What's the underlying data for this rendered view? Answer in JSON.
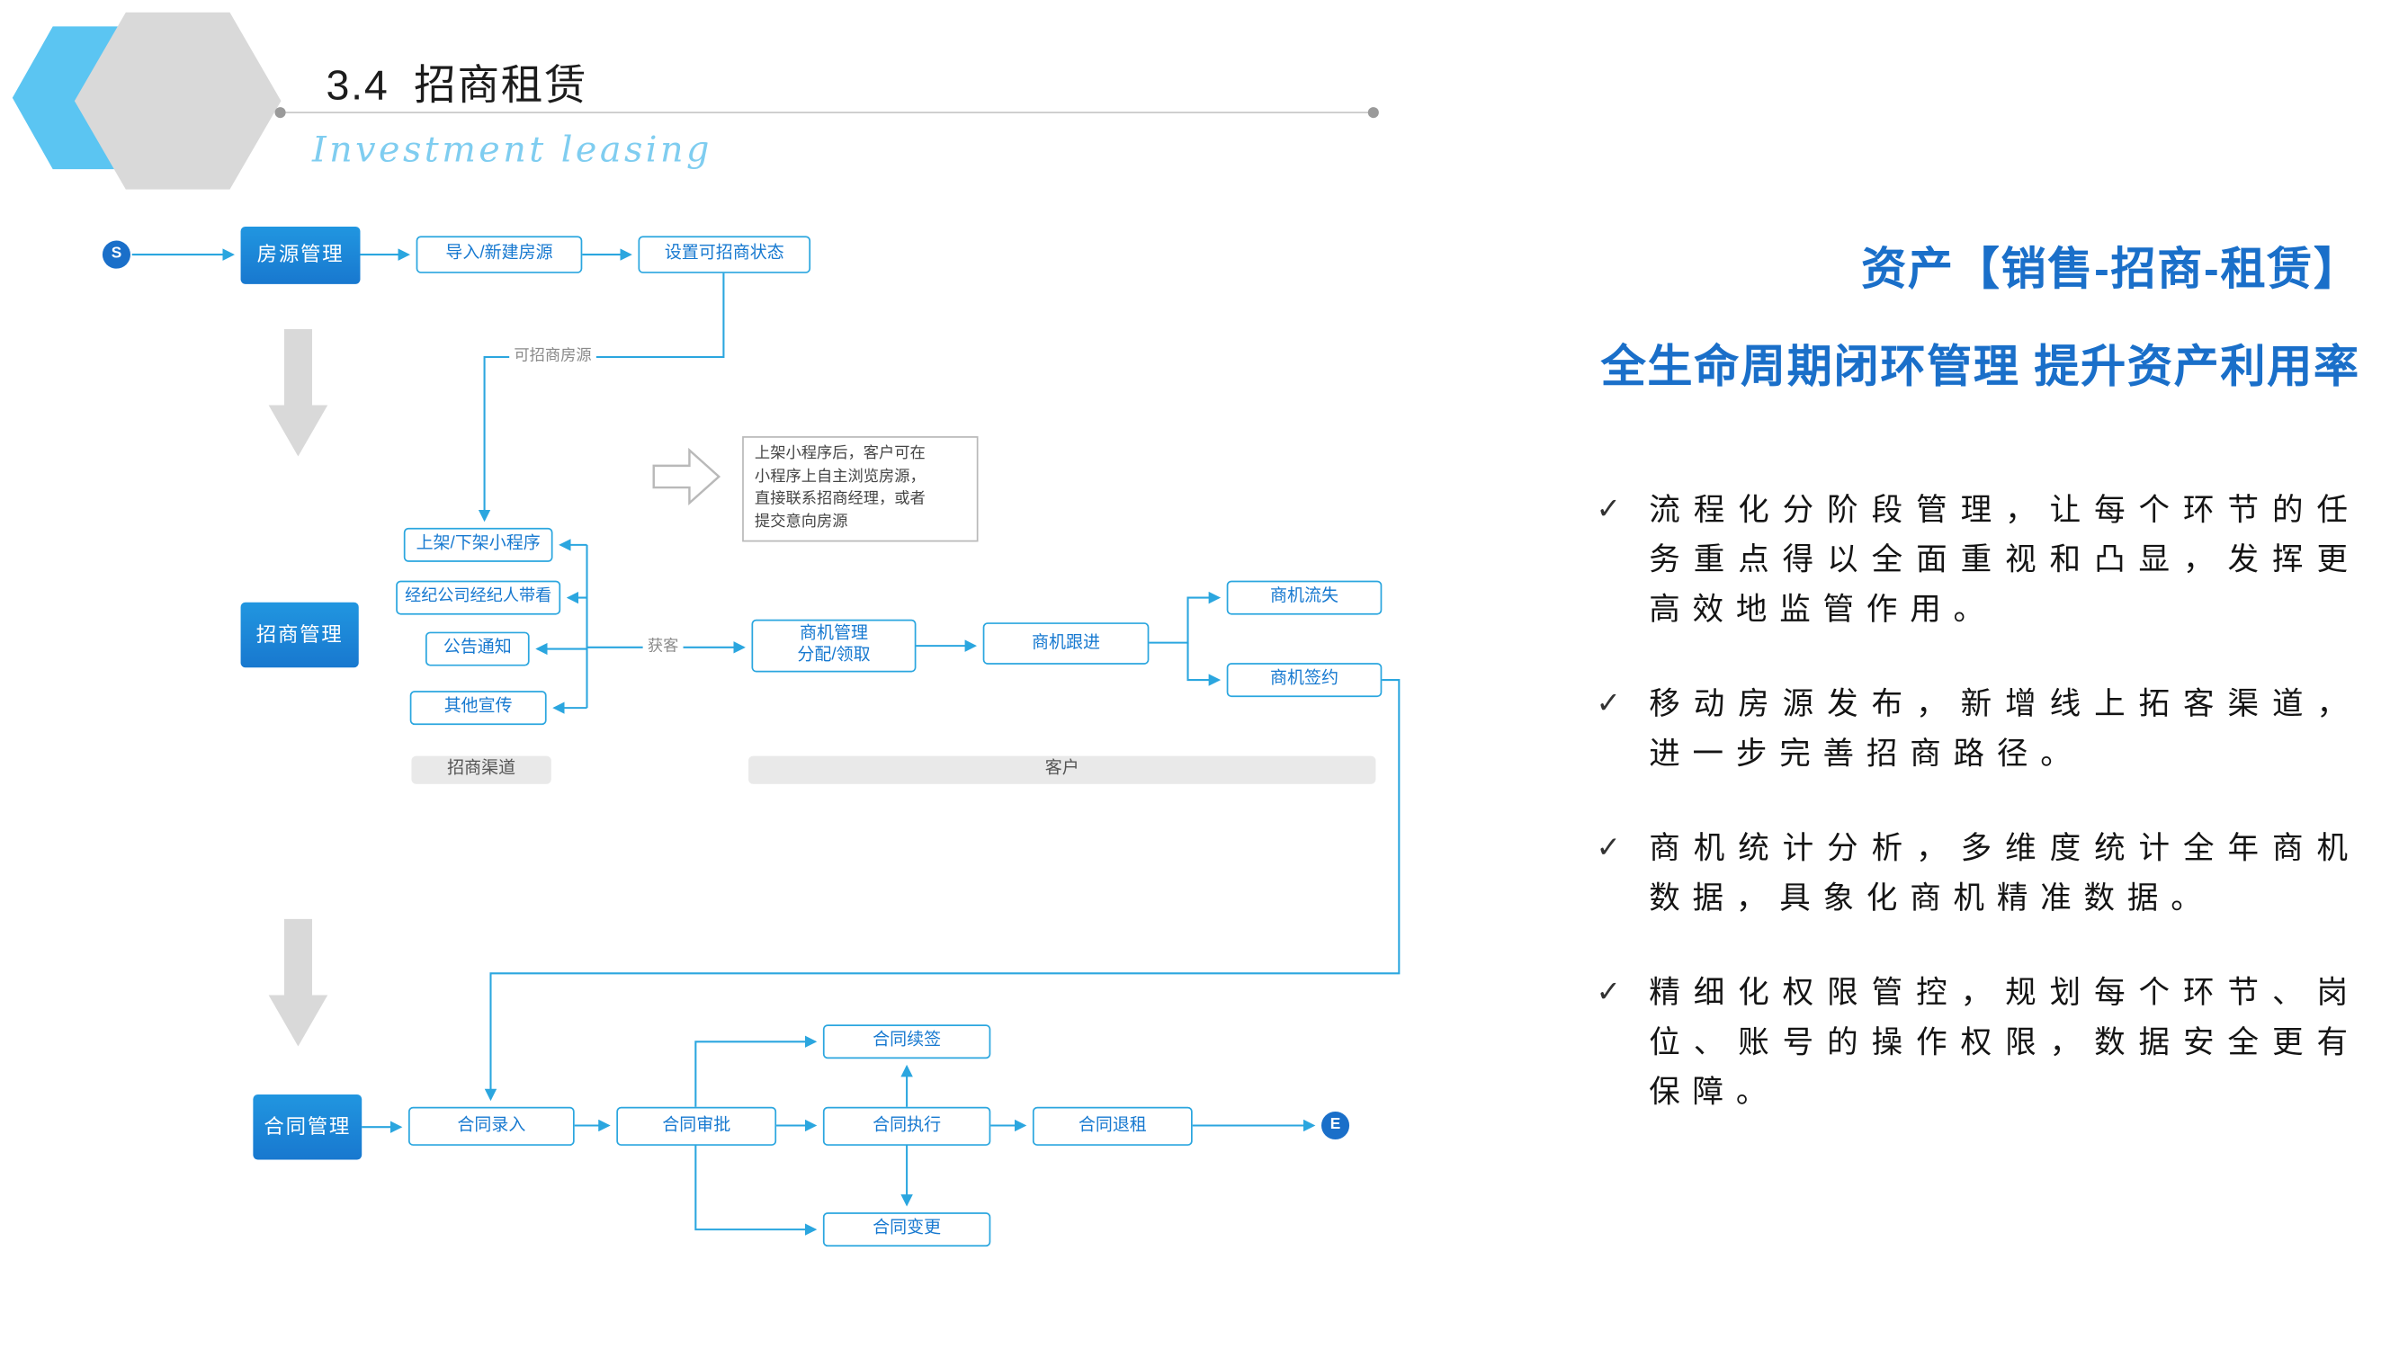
{
  "header": {
    "number": "3.4",
    "title": "招商租赁",
    "subtitle": "Investment leasing"
  },
  "flow": {
    "start": "S",
    "end": "E",
    "property_mgmt": "房源管理",
    "import_create": "导入/新建房源",
    "set_status": "设置可招商状态",
    "leasable_label": "可招商房源",
    "note": "上架小程序后，客户可在\n小程序上自主浏览房源，\n直接联系招商经理，或者\n提交意向房源",
    "invest_mgmt": "招商管理",
    "mini_program": "上架/下架小程序",
    "broker_visit": "经纪公司经纪人带看",
    "announcement": "公告通知",
    "other_promo": "其他宣传",
    "channel_bar": "招商渠道",
    "acquire_label": "获客",
    "opp_mgmt_1": "商机管理",
    "opp_mgmt_2": "分配/领取",
    "opp_follow": "商机跟进",
    "opp_lost": "商机流失",
    "opp_signed": "商机签约",
    "customer_bar": "客户",
    "contract_mgmt": "合同管理",
    "contract_entry": "合同录入",
    "contract_approve": "合同审批",
    "contract_execute": "合同执行",
    "contract_terminate": "合同退租",
    "contract_renew": "合同续签",
    "contract_change": "合同变更"
  },
  "right_panel": {
    "title_line1": "资产【销售-招商-租赁】",
    "title_line2": "全生命周期闭环管理  提升资产利用率",
    "check_mark": "✓",
    "bullets": [
      "流程化分阶段管理，让每个环节的任务重点得以全面重视和凸显，发挥更高效地监管作用。",
      "移动房源发布，新增线上拓客渠道，进一步完善招商路径。",
      "商机统计分析，多维度统计全年商机数据，具象化商机精准数据。",
      "精细化权限管控，规划每个环节、岗位、账号的操作权限，数据安全更有保障。"
    ]
  },
  "colors": {
    "accent_blue": "#2BA6DF",
    "deep_blue": "#1a6fc9",
    "hex_blue": "#5bc5f2",
    "hex_gray": "#d9d9d9"
  }
}
